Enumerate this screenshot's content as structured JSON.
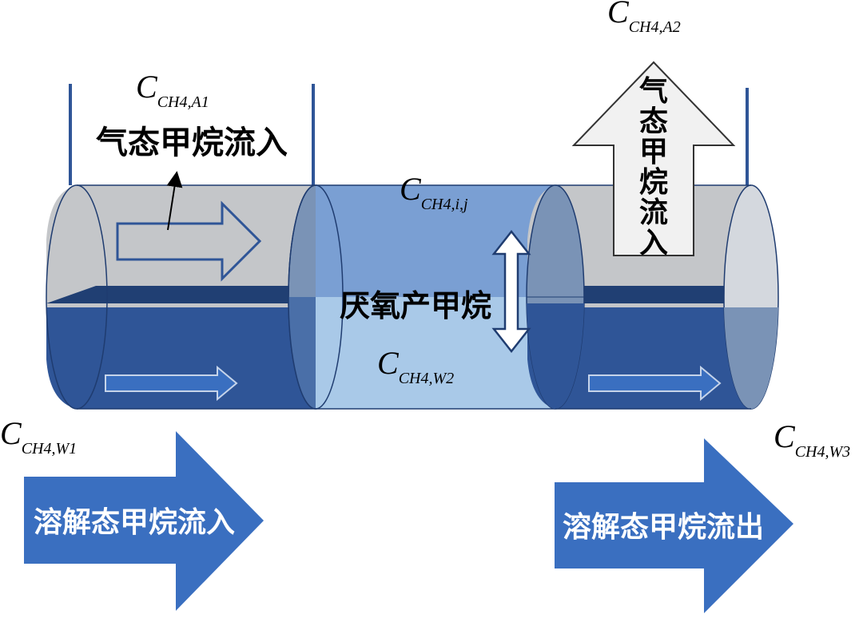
{
  "labels": {
    "gas_inflow_left": "气态甲烷流入",
    "gas_inflow_right": "气态甲烷流入",
    "anaerobic": "厌氧产甲烷",
    "dissolved_inflow": "溶解态甲烷流入",
    "dissolved_outflow": "溶解态甲烷流出"
  },
  "concentrations": {
    "a1": {
      "base": "C",
      "sub": "CH4,A1"
    },
    "a2": {
      "base": "C",
      "sub": "CH4,A2"
    },
    "ij": {
      "base": "C",
      "sub": "CH4,i,j"
    },
    "w1": {
      "base": "C",
      "sub": "CH4,W1"
    },
    "w2": {
      "base": "C",
      "sub": "CH4,W2"
    },
    "w3": {
      "base": "C",
      "sub": "CH4,W3"
    }
  },
  "colors": {
    "gas_gray": "#c4c6c9",
    "water_dark": "#2f5597",
    "water_mid": "#7a9fd3",
    "water_light": "#a9c9e8",
    "arrow_blue": "#3a6fc0",
    "outline": "#1f3c70"
  }
}
